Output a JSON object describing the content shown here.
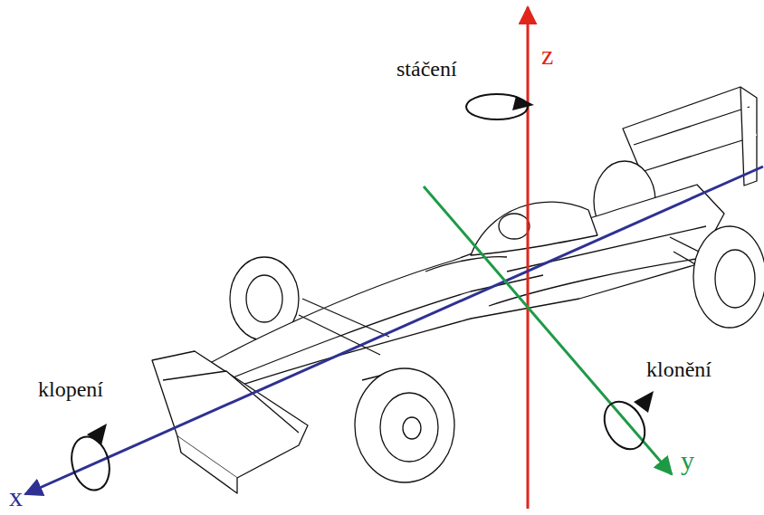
{
  "diagram": {
    "labels": [
      "z",
      "stáčení",
      "klopení",
      "klonění",
      "y",
      "x"
    ]
  }
}
